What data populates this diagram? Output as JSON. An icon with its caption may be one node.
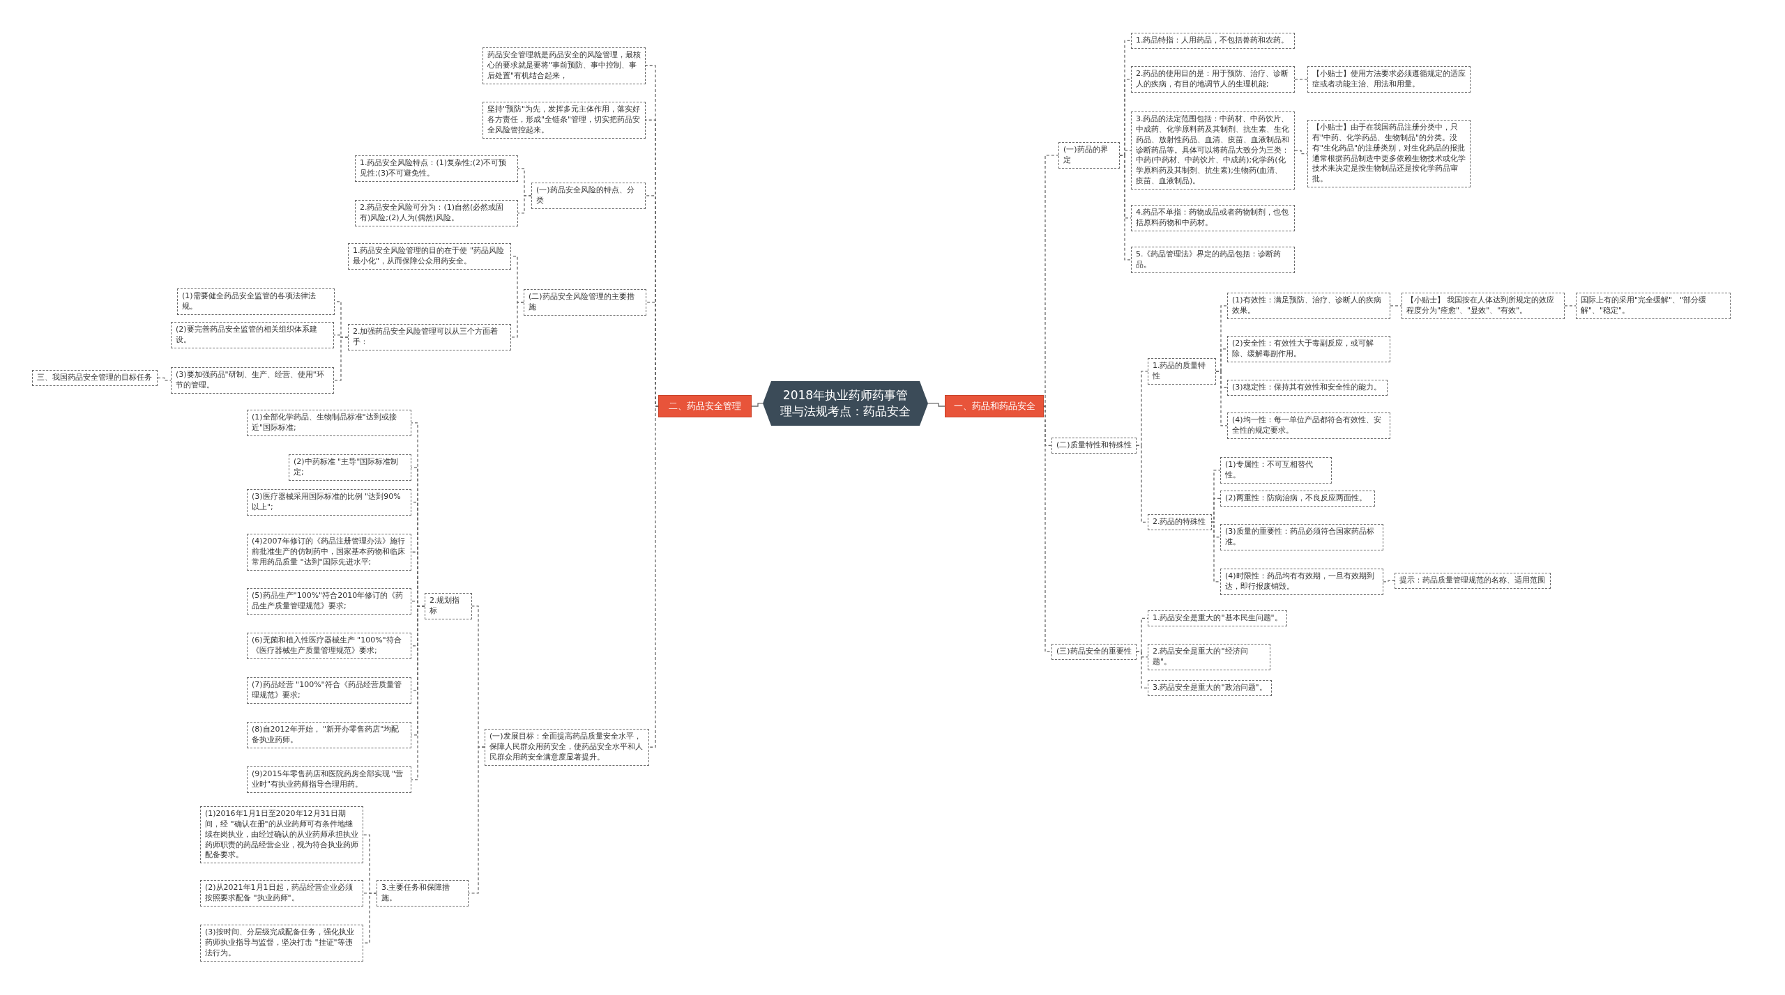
{
  "diagram": {
    "nodes": [
      {
        "text": [
          "2018年执业药师药事管理与法规考点：药品安全"
        ]
      },
      {
        "text": [
          "二、药品安全管理"
        ]
      },
      {
        "text": [
          "一、药品和药品安全"
        ]
      },
      {
        "text": [
          "药品安全管理就是药品安全的风险管理，最核心的要求就是要将\"事前预防、事中控制、事后处置\"有机结合起来，"
        ]
      },
      {
        "text": [
          "坚持\"预防\"为先，发挥多元主体作用，落实好各方责任，形成\"全链条\"管理，切实把药品安全风险管控起来。"
        ]
      },
      {
        "text": [
          "(一)药品安全风险的特点、分类"
        ]
      },
      {
        "text": [
          "1.药品安全风险特点：(1)复杂性;(2)不可预见性;(3)不可避免性。"
        ]
      },
      {
        "text": [
          "2.药品安全风险可分为：(1)自然(必然或固有)风险;(2)人为(偶然)风险。"
        ]
      },
      {
        "text": [
          "(二)药品安全风险管理的主要措施"
        ]
      },
      {
        "text": [
          "1.药品安全风险管理的目的在于使 \"药品风险最小化\"，从而保障公众用药安全。"
        ]
      },
      {
        "text": [
          "2.加强药品安全风险管理可以从三个方面着手："
        ]
      },
      {
        "text": [
          "(1)需要健全药品安全监管的各项法律法规。"
        ]
      },
      {
        "text": [
          "(2)要完善药品安全监管的相关组织体系建设。"
        ]
      },
      {
        "text": [
          "(3)要加强药品\"研制、生产、经营、使用\"环节的管理。"
        ]
      },
      {
        "text": [
          "三、我国药品安全管理的目标任务"
        ]
      },
      {
        "text": [
          "(一)发展目标：全面提高药品质量安全水平，保障人民群众用药安全，使药品安全水平和人民群众用药安全满意度显著提升。"
        ]
      },
      {
        "text": [
          "2.规划指标"
        ]
      },
      {
        "text": [
          "(1)全部化学药品、生物制品标准\"达到或接近\"国际标准;"
        ]
      },
      {
        "text": [
          "(2)中药标准 \"主导\"国际标准制定;"
        ]
      },
      {
        "text": [
          "(3)医疗器械采用国际标准的比例 \"达到90%以上\";"
        ]
      },
      {
        "text": [
          "(4)2007年修订的《药品注册管理办法》施行前批准生产的仿制药中，国家基本药物和临床常用药品质量 \"达到\"国际先进水平;"
        ]
      },
      {
        "text": [
          "(5)药品生产\"100%\"符合2010年修订的《药品生产质量管理规范》要求;"
        ]
      },
      {
        "text": [
          "(6)无菌和植入性医疗器械生产 \"100%\"符合《医疗器械生产质量管理规范》要求;"
        ]
      },
      {
        "text": [
          "(7)药品经营 \"100%\"符合《药品经营质量管理规范》要求;"
        ]
      },
      {
        "text": [
          "(8)自2012年开始， \"新开办零售药店\"均配备执业药师。"
        ]
      },
      {
        "text": [
          "(9)2015年零售药店和医院药房全部实现 \"营业时\"有执业药师指导合理用药。"
        ]
      },
      {
        "text": [
          "3.主要任务和保障措施。"
        ]
      },
      {
        "text": [
          "(1)2016年1月1日至2020年12月31日期间，经 \"确认在册\"的从业药师可有条件地继续在岗执业，由经过确认的从业药师承担执业药师职责的药品经营企业，视为符合执业药师配备要求。"
        ]
      },
      {
        "text": [
          "(2)从2021年1月1日起，药品经营企业必须按照要求配备 \"执业药师\"。"
        ]
      },
      {
        "text": [
          "(3)按时间、分层级完成配备任务，强化执业药师执业指导与监督，坚决打击 \"挂证\"等违法行为。"
        ]
      },
      {
        "text": [
          "(一)药品的界定"
        ]
      },
      {
        "text": [
          "1.药品特指：人用药品，不包括兽药和农药。"
        ]
      },
      {
        "text": [
          "2.药品的使用目的是：用于预防、治疗、诊断人的疾病，有目的地调节人的生理机能;"
        ]
      },
      {
        "text": [
          "【小贴士】使用方法要求必须遵循规定的适应症或者功能主治、用法和用量。"
        ]
      },
      {
        "text": [
          "3.药品的法定范围包括：中药材、中药饮片、中成药、化学原料药及其制剂、抗生素、生化药品、放射性药品、血清、疫苗、血液制品和诊断药品等。具体可以将药品大致分为三类：中药(中药材、中药饮片、中成药);化学药(化学原料药及其制剂、抗生素);生物药(血清、疫苗、血液制品)。"
        ]
      },
      {
        "text": [
          "【小贴士】由于在我国药品注册分类中，只有\"中药、化学药品、生物制品\"的分类。没有\"生化药品\"的注册类别，对生化药品的报批通常根据药品制造中更多依赖生物技术或化学技术来决定是按生物制品还是按化学药品审批。"
        ]
      },
      {
        "text": [
          "4.药品不单指：药物成品或者药物制剂，也包括原料药物和中药材。"
        ]
      },
      {
        "text": [
          "5.《药品管理法》界定的药品包括：诊断药品。"
        ]
      },
      {
        "text": [
          "(二)质量特性和特殊性"
        ]
      },
      {
        "text": [
          "1.药品的质量特性"
        ]
      },
      {
        "text": [
          "(1)有效性：满足预防、治疗、诊断人的疾病效果。"
        ]
      },
      {
        "text": [
          "【小贴士】 我国按在人体达到所规定的效应程度分为\"痊愈\"、\"显效\"、\"有效\"。"
        ]
      },
      {
        "text": [
          "国际上有的采用\"完全缓解\"、\"部分缓解\"、\"稳定\"。"
        ]
      },
      {
        "text": [
          "(2)安全性：有效性大于毒副反应，或可解除、缓解毒副作用。"
        ]
      },
      {
        "text": [
          "(3)稳定性：保持其有效性和安全性的能力。"
        ]
      },
      {
        "text": [
          "(4)均一性：每一单位产品都符合有效性、安全性的规定要求。"
        ]
      },
      {
        "text": [
          "2.药品的特殊性"
        ]
      },
      {
        "text": [
          "(1)专属性：不可互相替代性。"
        ]
      },
      {
        "text": [
          "(2)两重性：防病治病，不良反应两面性。"
        ]
      },
      {
        "text": [
          "(3)质量的重要性：药品必须符合国家药品标准。"
        ]
      },
      {
        "text": [
          "(4)时限性：药品均有有效期，一旦有效期到达，即行报废销毁。"
        ]
      },
      {
        "text": [
          "提示：药品质量管理规范的名称、适用范围"
        ]
      },
      {
        "text": [
          "(三)药品安全的重要性"
        ]
      },
      {
        "text": [
          "1.药品安全是重大的\"基本民生问题\"。"
        ]
      },
      {
        "text": [
          "2.药品安全是重大的\"经济问题\"。"
        ]
      },
      {
        "text": [
          "3.药品安全是重大的\"政治问题\"。"
        ]
      }
    ],
    "edges": [
      {
        "from": 0,
        "to": 1,
        "arrow": "none"
      },
      {
        "from": 0,
        "to": 2,
        "arrow": "none"
      },
      {
        "from": 1,
        "to": 3,
        "arrow": "none",
        "style": "dashed"
      },
      {
        "from": 1,
        "to": 4,
        "arrow": "none",
        "style": "dashed"
      },
      {
        "from": 1,
        "to": 5,
        "arrow": "none",
        "style": "dashed"
      },
      {
        "from": 1,
        "to": 8,
        "arrow": "none",
        "style": "dashed"
      },
      {
        "from": 1,
        "to": 15,
        "arrow": "none",
        "style": "dashed"
      },
      {
        "from": 5,
        "to": 6,
        "arrow": "none",
        "style": "dashed"
      },
      {
        "from": 5,
        "to": 7,
        "arrow": "none",
        "style": "dashed"
      },
      {
        "from": 8,
        "to": 9,
        "arrow": "none",
        "style": "dashed"
      },
      {
        "from": 8,
        "to": 10,
        "arrow": "none",
        "style": "dashed"
      },
      {
        "from": 10,
        "to": 11,
        "arrow": "none",
        "style": "dashed"
      },
      {
        "from": 10,
        "to": 12,
        "arrow": "none",
        "style": "dashed"
      },
      {
        "from": 10,
        "to": 13,
        "arrow": "none",
        "style": "dashed"
      },
      {
        "from": 14,
        "to": 13,
        "arrow": "none",
        "style": "dashed"
      },
      {
        "from": 15,
        "to": 16,
        "arrow": "none",
        "style": "dashed"
      },
      {
        "from": 15,
        "to": 26,
        "arrow": "none",
        "style": "dashed"
      },
      {
        "from": 16,
        "to": 17,
        "arrow": "none",
        "style": "dashed"
      },
      {
        "from": 16,
        "to": 18,
        "arrow": "none",
        "style": "dashed"
      },
      {
        "from": 16,
        "to": 19,
        "arrow": "none",
        "style": "dashed"
      },
      {
        "from": 16,
        "to": 20,
        "arrow": "none",
        "style": "dashed"
      },
      {
        "from": 16,
        "to": 21,
        "arrow": "none",
        "style": "dashed"
      },
      {
        "from": 16,
        "to": 22,
        "arrow": "none",
        "style": "dashed"
      },
      {
        "from": 16,
        "to": 23,
        "arrow": "none",
        "style": "dashed"
      },
      {
        "from": 16,
        "to": 24,
        "arrow": "none",
        "style": "dashed"
      },
      {
        "from": 16,
        "to": 25,
        "arrow": "none",
        "style": "dashed"
      },
      {
        "from": 26,
        "to": 27,
        "arrow": "none",
        "style": "dashed"
      },
      {
        "from": 26,
        "to": 28,
        "arrow": "none",
        "style": "dashed"
      },
      {
        "from": 26,
        "to": 29,
        "arrow": "none",
        "style": "dashed"
      },
      {
        "from": 2,
        "to": 30,
        "arrow": "none",
        "style": "dashed"
      },
      {
        "from": 2,
        "to": 38,
        "arrow": "none",
        "style": "dashed"
      },
      {
        "from": 2,
        "to": 52,
        "arrow": "none",
        "style": "dashed"
      },
      {
        "from": 30,
        "to": 31,
        "arrow": "none",
        "style": "dashed"
      },
      {
        "from": 30,
        "to": 32,
        "arrow": "none",
        "style": "dashed"
      },
      {
        "from": 30,
        "to": 34,
        "arrow": "none",
        "style": "dashed"
      },
      {
        "from": 30,
        "to": 36,
        "arrow": "none",
        "style": "dashed"
      },
      {
        "from": 30,
        "to": 37,
        "arrow": "none",
        "style": "dashed"
      },
      {
        "from": 32,
        "to": 33,
        "arrow": "none",
        "style": "dashed"
      },
      {
        "from": 34,
        "to": 35,
        "arrow": "none",
        "style": "dashed"
      },
      {
        "from": 38,
        "to": 39,
        "arrow": "none",
        "style": "dashed"
      },
      {
        "from": 38,
        "to": 46,
        "arrow": "none",
        "style": "dashed"
      },
      {
        "from": 39,
        "to": 40,
        "arrow": "none",
        "style": "dashed"
      },
      {
        "from": 39,
        "to": 43,
        "arrow": "none",
        "style": "dashed"
      },
      {
        "from": 39,
        "to": 44,
        "arrow": "none",
        "style": "dashed"
      },
      {
        "from": 39,
        "to": 45,
        "arrow": "none",
        "style": "dashed"
      },
      {
        "from": 40,
        "to": 41,
        "arrow": "none",
        "style": "dashed"
      },
      {
        "from": 41,
        "to": 42,
        "arrow": "none",
        "style": "dashed"
      },
      {
        "from": 46,
        "to": 47,
        "arrow": "none",
        "style": "dashed"
      },
      {
        "from": 46,
        "to": 48,
        "arrow": "none",
        "style": "dashed"
      },
      {
        "from": 46,
        "to": 49,
        "arrow": "none",
        "style": "dashed"
      },
      {
        "from": 46,
        "to": 50,
        "arrow": "none",
        "style": "dashed"
      },
      {
        "from": 50,
        "to": 51,
        "arrow": "none",
        "style": "dashed"
      },
      {
        "from": 52,
        "to": 53,
        "arrow": "none",
        "style": "dashed"
      },
      {
        "from": 52,
        "to": 54,
        "arrow": "none",
        "style": "dashed"
      },
      {
        "from": 52,
        "to": 55,
        "arrow": "none",
        "style": "dashed"
      }
    ]
  }
}
